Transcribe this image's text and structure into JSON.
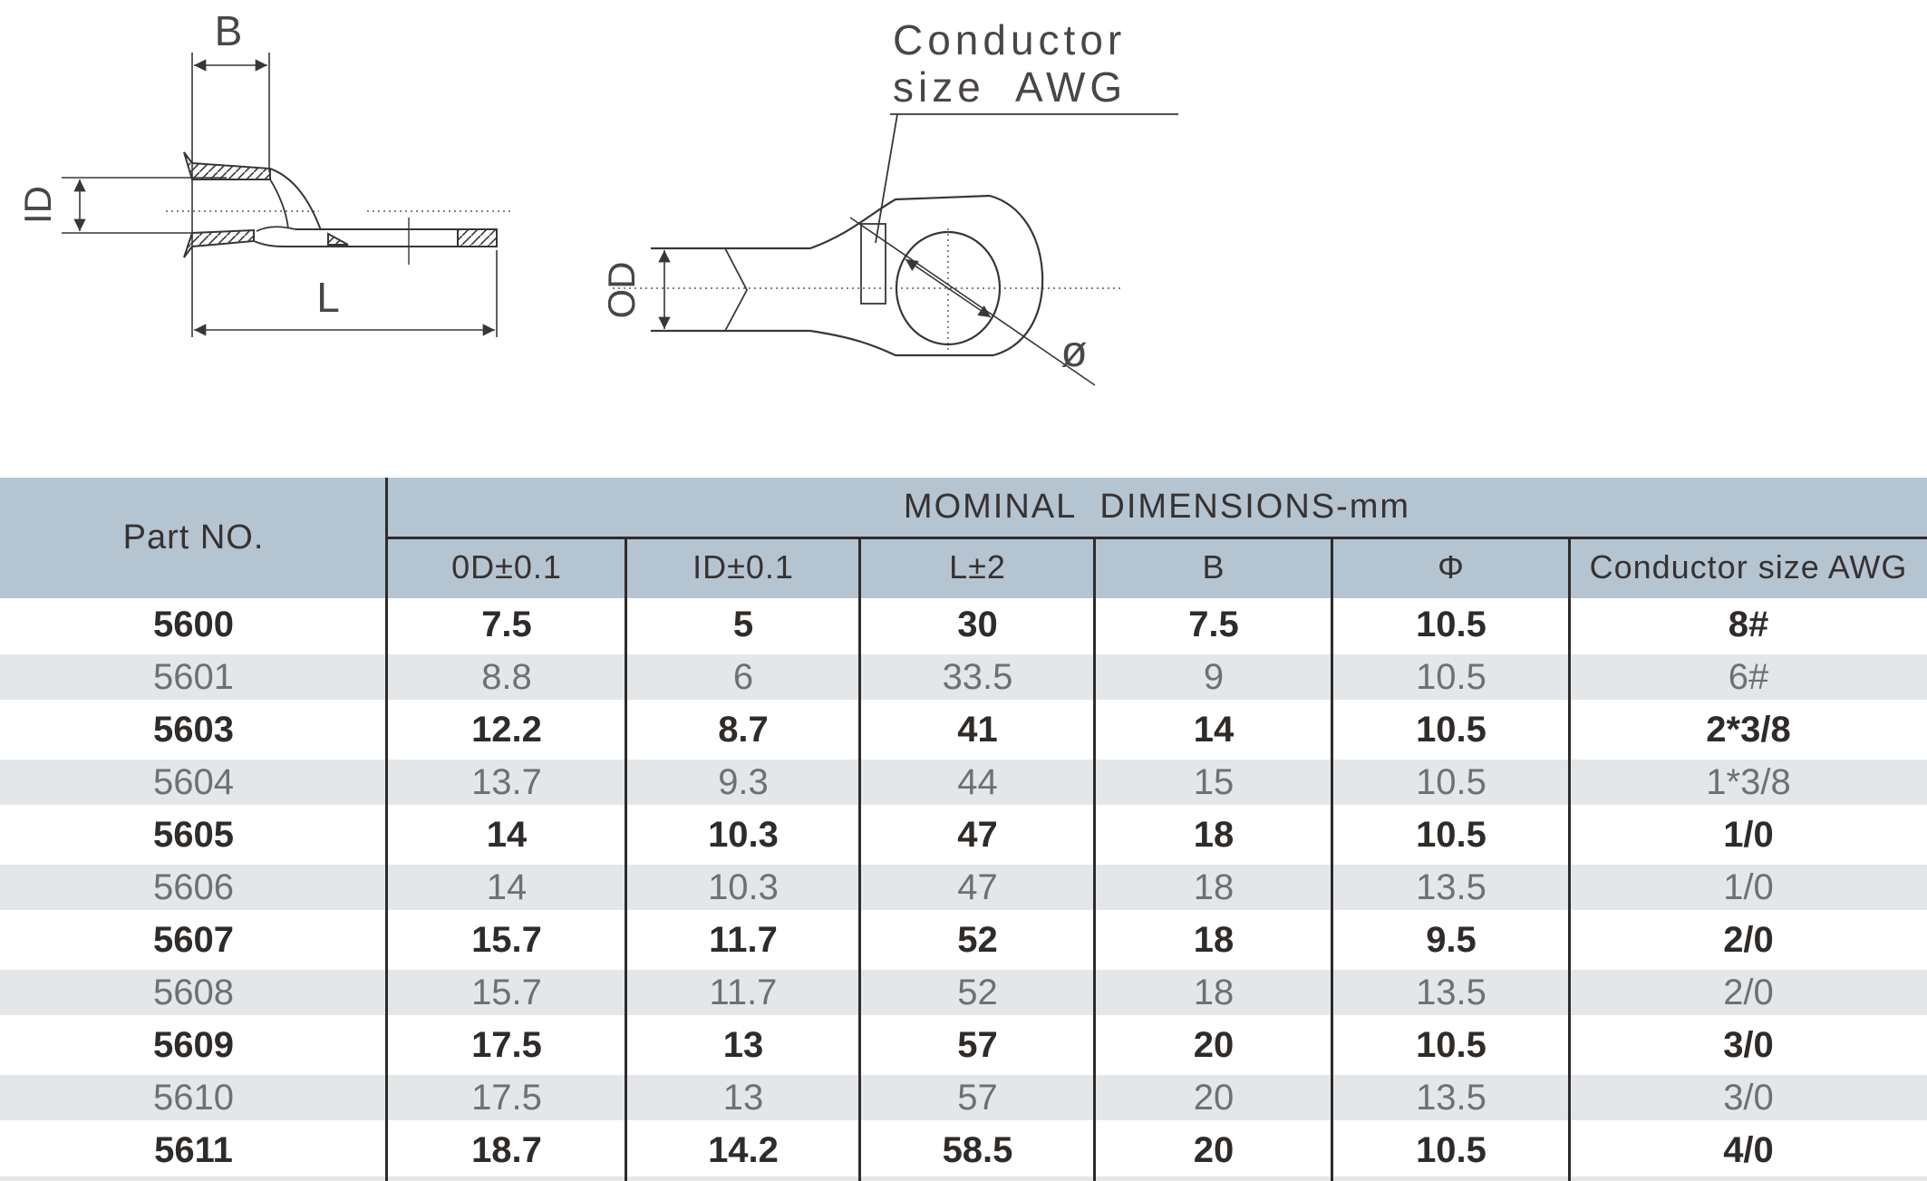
{
  "drawing": {
    "side_view": {
      "b_label": "B",
      "id_label": "ID",
      "l_label": "L"
    },
    "top_view": {
      "od_label": "OD",
      "diameter_label": "ø",
      "conductor_label_line1": "Conductor",
      "conductor_label_line2": "size AWG"
    }
  },
  "table": {
    "header": {
      "part_no": "Part NO.",
      "group": "MOMINAL DIMENSIONS-mm",
      "columns": [
        "0D±0.1",
        "ID±0.1",
        "L±2",
        "B",
        "Φ",
        "Conductor size AWG"
      ]
    },
    "rows": [
      {
        "part": "5600",
        "values": [
          "7.5",
          "5",
          "30",
          "7.5",
          "10.5",
          "8#"
        ]
      },
      {
        "part": "5601",
        "values": [
          "8.8",
          "6",
          "33.5",
          "9",
          "10.5",
          "6#"
        ]
      },
      {
        "part": "5603",
        "values": [
          "12.2",
          "8.7",
          "41",
          "14",
          "10.5",
          "2*3/8"
        ]
      },
      {
        "part": "5604",
        "values": [
          "13.7",
          "9.3",
          "44",
          "15",
          "10.5",
          "1*3/8"
        ]
      },
      {
        "part": "5605",
        "values": [
          "14",
          "10.3",
          "47",
          "18",
          "10.5",
          "1/0"
        ]
      },
      {
        "part": "5606",
        "values": [
          "14",
          "10.3",
          "47",
          "18",
          "13.5",
          "1/0"
        ]
      },
      {
        "part": "5607",
        "values": [
          "15.7",
          "11.7",
          "52",
          "18",
          "9.5",
          "2/0"
        ]
      },
      {
        "part": "5608",
        "values": [
          "15.7",
          "11.7",
          "52",
          "18",
          "13.5",
          "2/0"
        ]
      },
      {
        "part": "5609",
        "values": [
          "17.5",
          "13",
          "57",
          "20",
          "10.5",
          "3/0"
        ]
      },
      {
        "part": "5610",
        "values": [
          "17.5",
          "13",
          "57",
          "20",
          "13.5",
          "3/0"
        ]
      },
      {
        "part": "5611",
        "values": [
          "18.7",
          "14.2",
          "58.5",
          "20",
          "10.5",
          "4/0"
        ]
      }
    ]
  },
  "colors": {
    "header_bg": "#b5c4d1",
    "alt_row_bg": "#e4e7e9",
    "table_line": "#2f2b29",
    "strong_text": "#2f2b29",
    "muted_text": "#6e7073",
    "drawing_line": "#3a3633"
  }
}
